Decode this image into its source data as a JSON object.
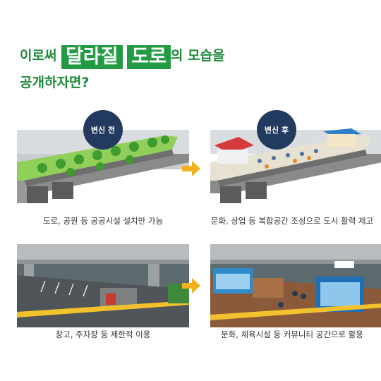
{
  "title": {
    "part1": "이로써",
    "highlight1": "달라질",
    "highlight2": "도로",
    "part2": "의 모습을",
    "line2": "공개하자면?"
  },
  "panels": {
    "before_label": "변신 전",
    "after_label": "변신 후"
  },
  "captions": {
    "top_left": "도로, 공원 등 공공시설 설치만 가능",
    "top_right": "문화, 상업 등 복합공간 조성으로 도시 활력 제고",
    "bottom_left": "창고, 주차장 등 제한적 이용",
    "bottom_right": "문화, 체육시설 등 커뮤니티 공간으로 활용"
  },
  "colors": {
    "accent_green": "#239b45",
    "badge_navy": "#223a5e",
    "arrow_yellow": "#f2b01e"
  }
}
